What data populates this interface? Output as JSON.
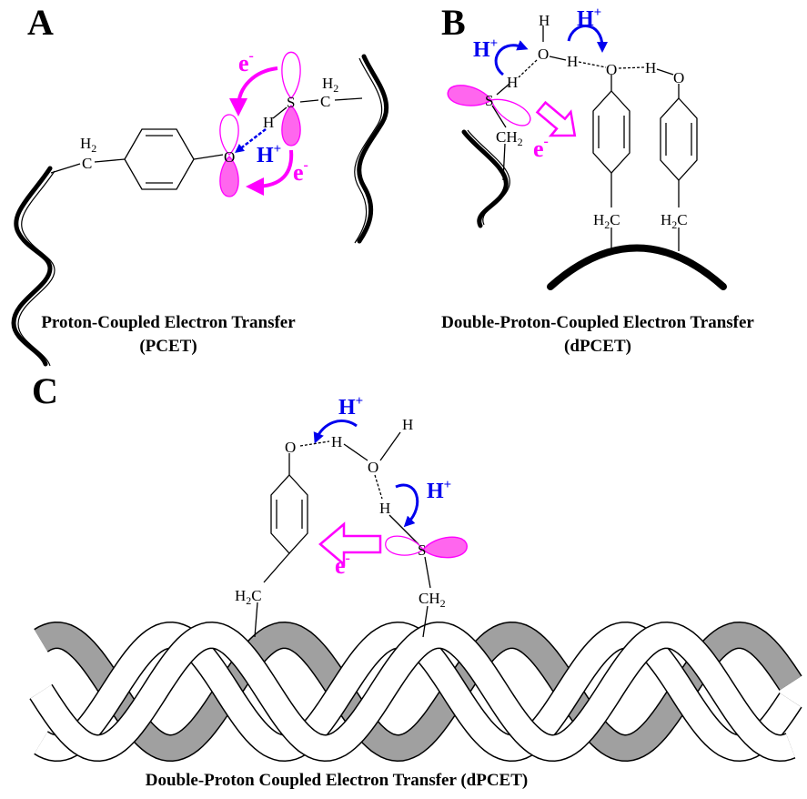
{
  "panels": {
    "A": {
      "label": "A",
      "caption_line1": "Proton-Coupled Electron Transfer",
      "caption_line2": "(PCET)"
    },
    "B": {
      "label": "B",
      "caption_line1": "Double-Proton-Coupled Electron Transfer",
      "caption_line2": "(dPCET)"
    },
    "C": {
      "label": "C",
      "caption": "Double-Proton Coupled Electron Transfer (dPCET)"
    }
  },
  "chem": {
    "H": "H",
    "O": "O",
    "S": "S",
    "C": "C",
    "sub2": "2",
    "plus": "+",
    "minus": "-",
    "e": "e"
  },
  "colors": {
    "electron": "#ff00ff",
    "proton": "#0000ee",
    "orbital_fill": "#ff66ee",
    "helix_back": "#a0a0a0"
  }
}
